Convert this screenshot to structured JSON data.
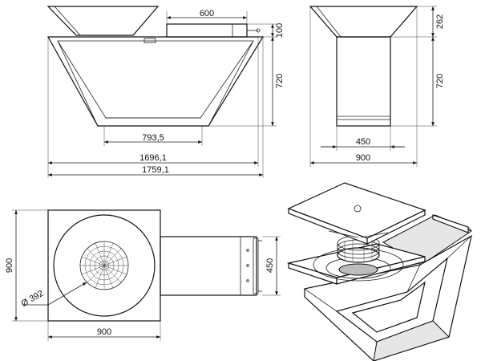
{
  "front_view": {
    "dim_top_width": "600",
    "dim_top_height": "100",
    "dim_body_height": "720",
    "dim_bottom_width": "793,5",
    "dim_inner_width": "1696,1",
    "dim_overall_width": "1759,1"
  },
  "side_view": {
    "dim_bowl_height": "262",
    "dim_body_height": "720",
    "dim_inner_width": "450",
    "dim_overall_width": "900"
  },
  "top_view": {
    "dim_height": "900",
    "dim_diameter": "Ø 392",
    "dim_width": "900",
    "dim_shelf_height": "450"
  },
  "colors": {
    "line": "#111111",
    "shade_light": "#e6e6e6",
    "shade_dark": "#bdbdbd"
  }
}
